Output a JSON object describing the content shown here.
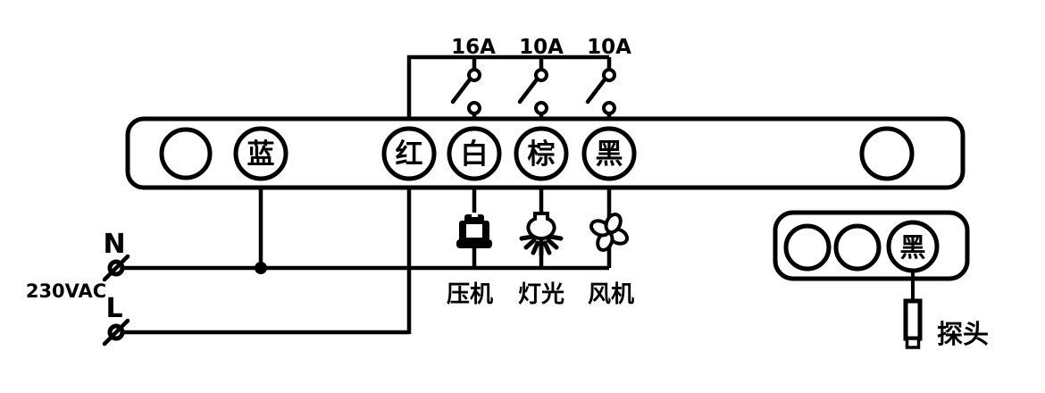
{
  "power": {
    "n_label": "N",
    "l_label": "L",
    "voltage": "230VAC"
  },
  "breakers": [
    {
      "rating": "16A"
    },
    {
      "rating": "10A"
    },
    {
      "rating": "10A"
    }
  ],
  "strip": {
    "terminals": [
      {
        "label": ""
      },
      {
        "label": "蓝"
      },
      {
        "label": "红"
      },
      {
        "label": "白"
      },
      {
        "label": "棕"
      },
      {
        "label": "黑"
      },
      {
        "label": ""
      }
    ]
  },
  "loads": [
    {
      "label": "压机",
      "icon": "compressor-icon"
    },
    {
      "label": "灯光",
      "icon": "light-icon"
    },
    {
      "label": "风机",
      "icon": "fan-icon"
    }
  ],
  "sensor": {
    "terminals": [
      {
        "label": ""
      },
      {
        "label": ""
      },
      {
        "label": "黑"
      }
    ],
    "probe_label": "探头",
    "probe_icon": "probe-icon"
  },
  "colors": {
    "ink": "#000000",
    "background": "#ffffff"
  }
}
